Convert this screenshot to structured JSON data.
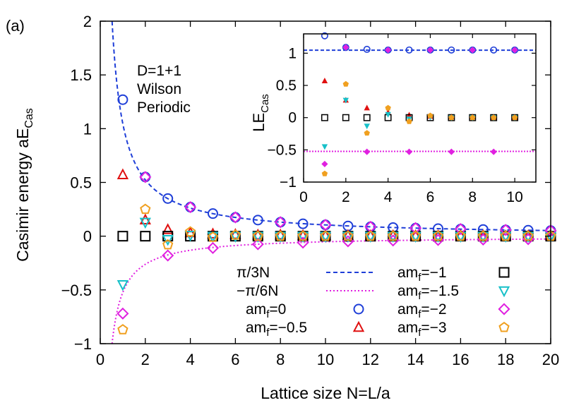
{
  "panel_label": "(a)",
  "annotation_lines": [
    "D=1+1",
    "Wilson",
    "Periodic"
  ],
  "colors": {
    "blue_curve": "#1f3fd8",
    "magenta_curve": "#e020e0",
    "am0": "#1f3fd8",
    "am_m0_5": "#e01010",
    "am_m1": "#000000",
    "am_m1_5": "#17c0c8",
    "am_m2": "#e020e0",
    "am_m3": "#f0a020"
  },
  "chart_data": [
    {
      "id": "main",
      "type": "scatter",
      "xlabel": "Lattice size N=L/a",
      "ylabel": "Casimir energy aE",
      "ylabel_sub": "Cas",
      "xlim": [
        0,
        20
      ],
      "ylim": [
        -1,
        2
      ],
      "xticks": [
        0,
        2,
        4,
        6,
        8,
        10,
        12,
        14,
        16,
        18,
        20
      ],
      "yticks": [
        -1,
        -0.5,
        0,
        0.5,
        1,
        1.5,
        2
      ],
      "xtick_labels": [
        "0",
        "2",
        "4",
        "6",
        "8",
        "10",
        "12",
        "14",
        "16",
        "18",
        "20"
      ],
      "ytick_labels": [
        "−1",
        "−0.5",
        "0",
        "0.5",
        "1",
        "1.5",
        "2"
      ],
      "curves": [
        {
          "name": "π/3N",
          "formula": "pi/(3N)",
          "style": "dashed",
          "color": "#1f3fd8"
        },
        {
          "name": "−π/6N",
          "formula": "-pi/(6N)",
          "style": "dotted",
          "color": "#e020e0"
        }
      ],
      "series": [
        {
          "name": "am",
          "sub": "f",
          "suffix": "=0",
          "marker": "circle",
          "color": "#1f3fd8",
          "x": [
            1,
            2,
            3,
            4,
            5,
            6,
            7,
            8,
            9,
            10,
            11,
            12,
            13,
            14,
            15,
            16,
            17,
            18,
            19,
            20
          ],
          "y": [
            1.27,
            0.55,
            0.35,
            0.27,
            0.21,
            0.175,
            0.15,
            0.13,
            0.115,
            0.105,
            0.095,
            0.087,
            0.08,
            0.075,
            0.07,
            0.066,
            0.062,
            0.058,
            0.055,
            0.052
          ]
        },
        {
          "name": "am",
          "sub": "f",
          "suffix": "=−0.5",
          "marker": "triangle-up",
          "color": "#e01010",
          "x": [
            1,
            2,
            3,
            4,
            5,
            6,
            7,
            8,
            9,
            10,
            11,
            12,
            13,
            14,
            15,
            16,
            17,
            18,
            19,
            20
          ],
          "y": [
            0.57,
            0.15,
            0.06,
            0.03,
            0.02,
            0.015,
            0.01,
            0.01,
            0.005,
            0.005,
            0.005,
            0.004,
            0.004,
            0.003,
            0.003,
            0.003,
            0.003,
            0.002,
            0.002,
            0.002
          ]
        },
        {
          "name": "am",
          "sub": "f",
          "suffix": "=−1",
          "marker": "square",
          "color": "#000000",
          "x": [
            1,
            2,
            3,
            4,
            5,
            6,
            7,
            8,
            9,
            10,
            11,
            12,
            13,
            14,
            15,
            16,
            17,
            18,
            19,
            20
          ],
          "y": [
            0,
            0,
            0,
            0,
            0,
            0,
            0,
            0,
            0,
            0,
            0,
            0,
            0,
            0,
            0,
            0,
            0,
            0,
            0,
            0
          ]
        },
        {
          "name": "am",
          "sub": "f",
          "suffix": "=−1.5",
          "marker": "triangle-down",
          "color": "#17c0c8",
          "x": [
            1,
            2,
            3,
            4,
            5,
            6,
            7,
            8,
            9,
            10,
            11,
            12,
            13,
            14,
            15,
            16,
            17,
            18,
            19,
            20
          ],
          "y": [
            -0.45,
            0.13,
            -0.03,
            0.01,
            0,
            0,
            0,
            0,
            0,
            0,
            0,
            0,
            0,
            0,
            0,
            0,
            0,
            0,
            0,
            0
          ]
        },
        {
          "name": "am",
          "sub": "f",
          "suffix": "=−2",
          "marker": "diamond",
          "color": "#e020e0",
          "x": [
            1,
            2,
            3,
            4,
            5,
            6,
            7,
            8,
            9,
            10,
            11,
            12,
            13,
            14,
            15,
            16,
            17,
            18,
            19,
            20
          ],
          "y": [
            -0.72,
            0.55,
            -0.18,
            0.27,
            -0.11,
            0.175,
            -0.075,
            0.13,
            -0.06,
            0.105,
            -0.048,
            0.087,
            -0.04,
            0.075,
            -0.035,
            0.066,
            -0.031,
            0.058,
            -0.028,
            0.052
          ]
        },
        {
          "name": "am",
          "sub": "f",
          "suffix": "=−3",
          "marker": "pentagon",
          "color": "#f0a020",
          "x": [
            1,
            2,
            3,
            4,
            5,
            6,
            7,
            8,
            9,
            10,
            11,
            12,
            13,
            14,
            15,
            16,
            17,
            18,
            19,
            20
          ],
          "y": [
            -0.87,
            0.25,
            -0.08,
            0.04,
            -0.01,
            0.01,
            0,
            0,
            0,
            0,
            0,
            0,
            0,
            0,
            0,
            0,
            0,
            0,
            0,
            0
          ]
        }
      ]
    },
    {
      "id": "inset",
      "type": "scatter",
      "ylabel": "LE",
      "ylabel_sub": "Cas",
      "xlim": [
        0,
        11
      ],
      "ylim": [
        -1,
        1.3
      ],
      "xticks": [
        0,
        2,
        4,
        6,
        8,
        10
      ],
      "yticks": [
        -1,
        -0.5,
        0,
        0.5,
        1
      ],
      "xtick_labels": [
        "0",
        "2",
        "4",
        "6",
        "8",
        "10"
      ],
      "ytick_labels": [
        "−1",
        "−0.5",
        "0",
        "0.5",
        "1"
      ],
      "curves": [
        {
          "value": 1.047,
          "style": "dashed",
          "color": "#1f3fd8"
        },
        {
          "value": -0.524,
          "style": "dotted",
          "color": "#e020e0"
        }
      ],
      "series": [
        {
          "marker": "circle",
          "color": "#1f3fd8",
          "x": [
            1,
            2,
            3,
            4,
            5,
            6,
            7,
            8,
            9,
            10
          ],
          "y": [
            1.27,
            1.09,
            1.06,
            1.05,
            1.05,
            1.05,
            1.05,
            1.05,
            1.05,
            1.05
          ]
        },
        {
          "marker": "triangle-up",
          "color": "#e01010",
          "x": [
            1,
            2,
            3,
            4,
            5,
            6,
            7,
            8,
            9,
            10
          ],
          "y": [
            0.57,
            0.27,
            0.15,
            0.08,
            0.04,
            0.02,
            0.01,
            0.01,
            0,
            0
          ]
        },
        {
          "marker": "square",
          "color": "#000000",
          "x": [
            1,
            2,
            3,
            4,
            5,
            6,
            7,
            8,
            9,
            10
          ],
          "y": [
            0,
            0,
            0,
            0,
            0,
            0,
            0,
            0,
            0,
            0
          ]
        },
        {
          "marker": "triangle-down",
          "color": "#17c0c8",
          "x": [
            1,
            2,
            3,
            4,
            5,
            6,
            7,
            8,
            9,
            10
          ],
          "y": [
            -0.45,
            0.27,
            -0.13,
            0.05,
            -0.02,
            0.01,
            0,
            0,
            0,
            0
          ]
        },
        {
          "marker": "diamond",
          "color": "#e020e0",
          "x": [
            1,
            2,
            3,
            4,
            5,
            6,
            7,
            8,
            9,
            10
          ],
          "y": [
            -0.72,
            1.09,
            -0.53,
            1.05,
            -0.53,
            1.05,
            -0.53,
            1.05,
            -0.53,
            1.05
          ]
        },
        {
          "marker": "pentagon",
          "color": "#f0a020",
          "x": [
            1,
            2,
            3,
            4,
            5,
            6,
            7,
            8,
            9,
            10
          ],
          "y": [
            -0.87,
            0.52,
            -0.24,
            0.15,
            -0.06,
            0.03,
            0,
            0,
            0,
            0
          ]
        }
      ]
    }
  ]
}
